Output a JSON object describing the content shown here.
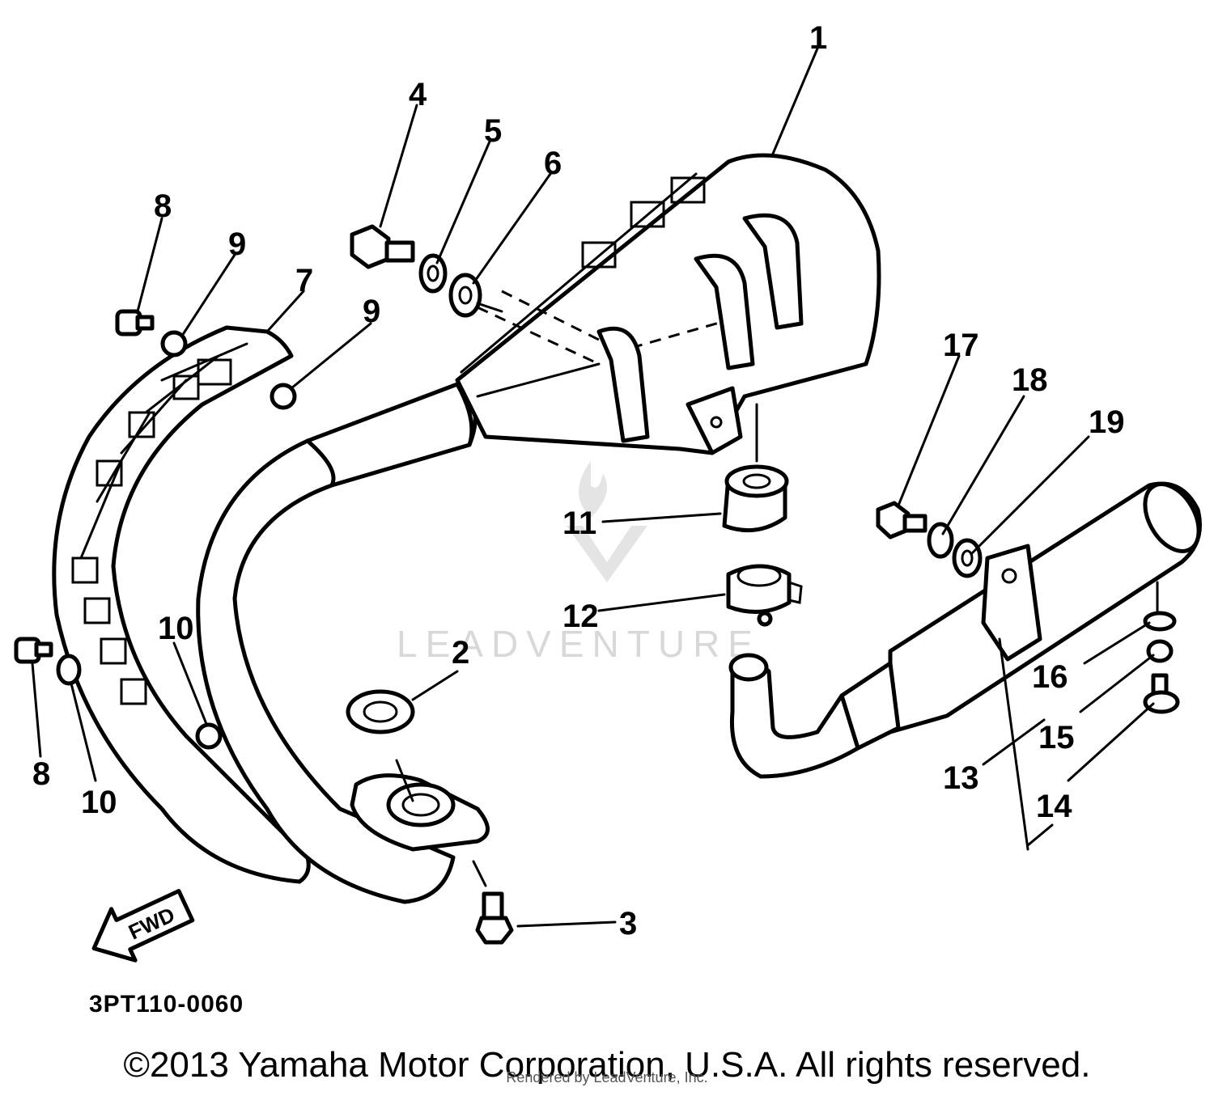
{
  "diagram": {
    "callouts": [
      "1",
      "2",
      "3",
      "4",
      "5",
      "6",
      "7",
      "8",
      "9",
      "9",
      "10",
      "8",
      "10",
      "11",
      "12",
      "13",
      "14",
      "15",
      "16",
      "17",
      "18",
      "19"
    ],
    "direction_label": "FWD",
    "code": "3PT110-0060"
  },
  "watermark": {
    "text": "LEADVENTURE"
  },
  "footer": {
    "copyright": "©2013 Yamaha Motor Corporation, U.S.A. All rights reserved.",
    "rendered_by": "Rendered by LeadVenture, Inc."
  }
}
